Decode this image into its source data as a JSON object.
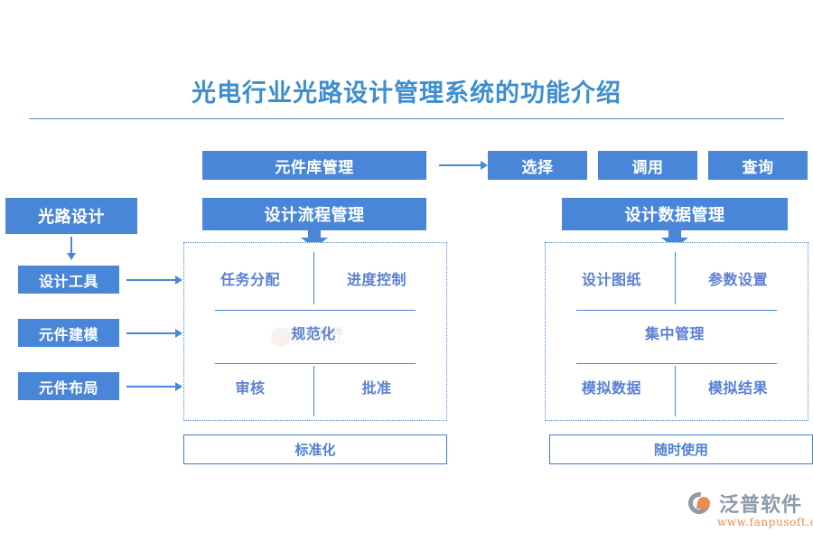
{
  "page": {
    "title": "光电行业光路设计管理系统的功能介绍",
    "accent_color": "#4a86d8",
    "title_color": "#3e8ecd",
    "panel_text_color": "#5b7fd4",
    "outline_box_text_color": "#4f7fd4",
    "background": "#ffffff"
  },
  "top_row": {
    "source_label": "元件库管理",
    "actions": [
      {
        "label": "选择"
      },
      {
        "label": "调用"
      },
      {
        "label": "查询"
      }
    ]
  },
  "headers": {
    "left": "光路设计",
    "middle": "设计流程管理",
    "right": "设计数据管理"
  },
  "left_column": {
    "items": [
      {
        "label": "设计工具"
      },
      {
        "label": "元件建模"
      },
      {
        "label": "元件布局"
      }
    ]
  },
  "middle_panel": {
    "row1": [
      {
        "label": "任务分配"
      },
      {
        "label": "进度控制"
      }
    ],
    "row2": [
      {
        "label": "规范化"
      }
    ],
    "row3": [
      {
        "label": "审核"
      },
      {
        "label": "批准"
      }
    ],
    "footer": "标准化"
  },
  "right_panel": {
    "row1": [
      {
        "label": "设计图纸"
      },
      {
        "label": "参数设置"
      }
    ],
    "row2": [
      {
        "label": "集中管理"
      }
    ],
    "row3": [
      {
        "label": "模拟数据"
      },
      {
        "label": "模拟结果"
      }
    ],
    "footer": "随时使用"
  },
  "watermark": {
    "cn": "泛普软件",
    "en": "FANPU SOFTWARE"
  },
  "logo": {
    "name": "泛普软件",
    "url": "www.fanpusoft.com"
  }
}
